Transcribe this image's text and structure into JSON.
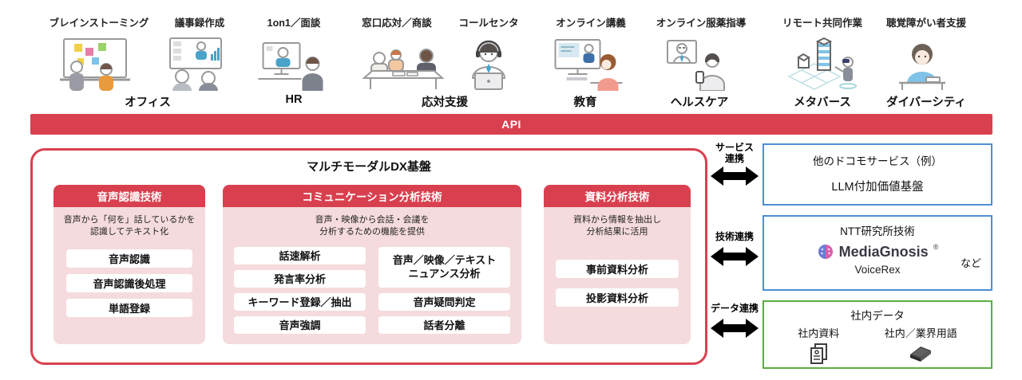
{
  "top": {
    "groups": [
      {
        "category": "オフィス",
        "scenarios": [
          {
            "label": "ブレインストーミング",
            "icon": "brainstorming-illustration"
          },
          {
            "label": "議事録作成",
            "icon": "minutes-illustration"
          }
        ]
      },
      {
        "category": "HR",
        "scenarios": [
          {
            "label": "1on1／面談",
            "icon": "one-on-one-illustration"
          }
        ]
      },
      {
        "category": "応対支援",
        "scenarios": [
          {
            "label": "窓口応対／商談",
            "icon": "counter-service-illustration"
          },
          {
            "label": "コールセンタ",
            "icon": "call-center-illustration"
          }
        ]
      },
      {
        "category": "教育",
        "scenarios": [
          {
            "label": "オンライン講義",
            "icon": "online-lecture-illustration"
          }
        ]
      },
      {
        "category": "ヘルスケア",
        "scenarios": [
          {
            "label": "オンライン服薬指導",
            "icon": "online-medication-illustration"
          }
        ]
      },
      {
        "category": "メタバース",
        "scenarios": [
          {
            "label": "リモート共同作業",
            "icon": "remote-collaboration-illustration"
          }
        ]
      },
      {
        "category": "ダイバーシティ",
        "scenarios": [
          {
            "label": "聴覚障がい者支援",
            "icon": "hearing-support-illustration"
          }
        ]
      }
    ]
  },
  "api_bar": {
    "label": "API"
  },
  "platform": {
    "title": "マルチモーダルDX基盤",
    "columns": [
      {
        "header": "音声認識技術",
        "desc1": "音声から「何を」話しているかを",
        "desc2": "認識してテキスト化",
        "items": [
          "音声認識",
          "音声認識後処理",
          "単語登録"
        ]
      },
      {
        "header": "コミュニケーション分析技術",
        "desc1": "音声・映像から会話・会議を",
        "desc2": "分析するための機能を提供",
        "items_left": [
          "話速解析",
          "発言率分析",
          "キーワード登録／抽出",
          "音声強調"
        ],
        "tall_item": {
          "l1": "音声／映像／テキスト",
          "l2": "ニュアンス分析"
        },
        "items_right": [
          "音声疑問判定",
          "話者分離"
        ]
      },
      {
        "header": "資料分析技術",
        "desc1": "資料から情報を抽出し",
        "desc2": "分析結果に活用",
        "items": [
          "事前資料分析",
          "投影資料分析"
        ]
      }
    ]
  },
  "connections": [
    {
      "l1": "サービス",
      "l2": "連携"
    },
    {
      "l1": "技術連携",
      "l2": ""
    },
    {
      "l1": "データ連携",
      "l2": ""
    }
  ],
  "right_boxes": [
    {
      "title": "他のドコモサービス（例）",
      "content": "LLM付加価値基盤"
    },
    {
      "title": "NTT研究所技術",
      "logo_text": "MediaGnosis",
      "reg": "®",
      "product": "VoiceRex",
      "note": "など"
    },
    {
      "title": "社内データ",
      "item1": "社内資料",
      "item2": "社内／業界用語"
    }
  ],
  "colors": {
    "red": "#D9404F",
    "pink_body": "#F5DBDD",
    "blue_border": "#4D8FD1",
    "green_border": "#5BAD42",
    "arrow": "#000000",
    "logo_dark": "#3A3A45",
    "logo_blue": "#6C7BD9",
    "logo_pink": "#D95FA8"
  }
}
